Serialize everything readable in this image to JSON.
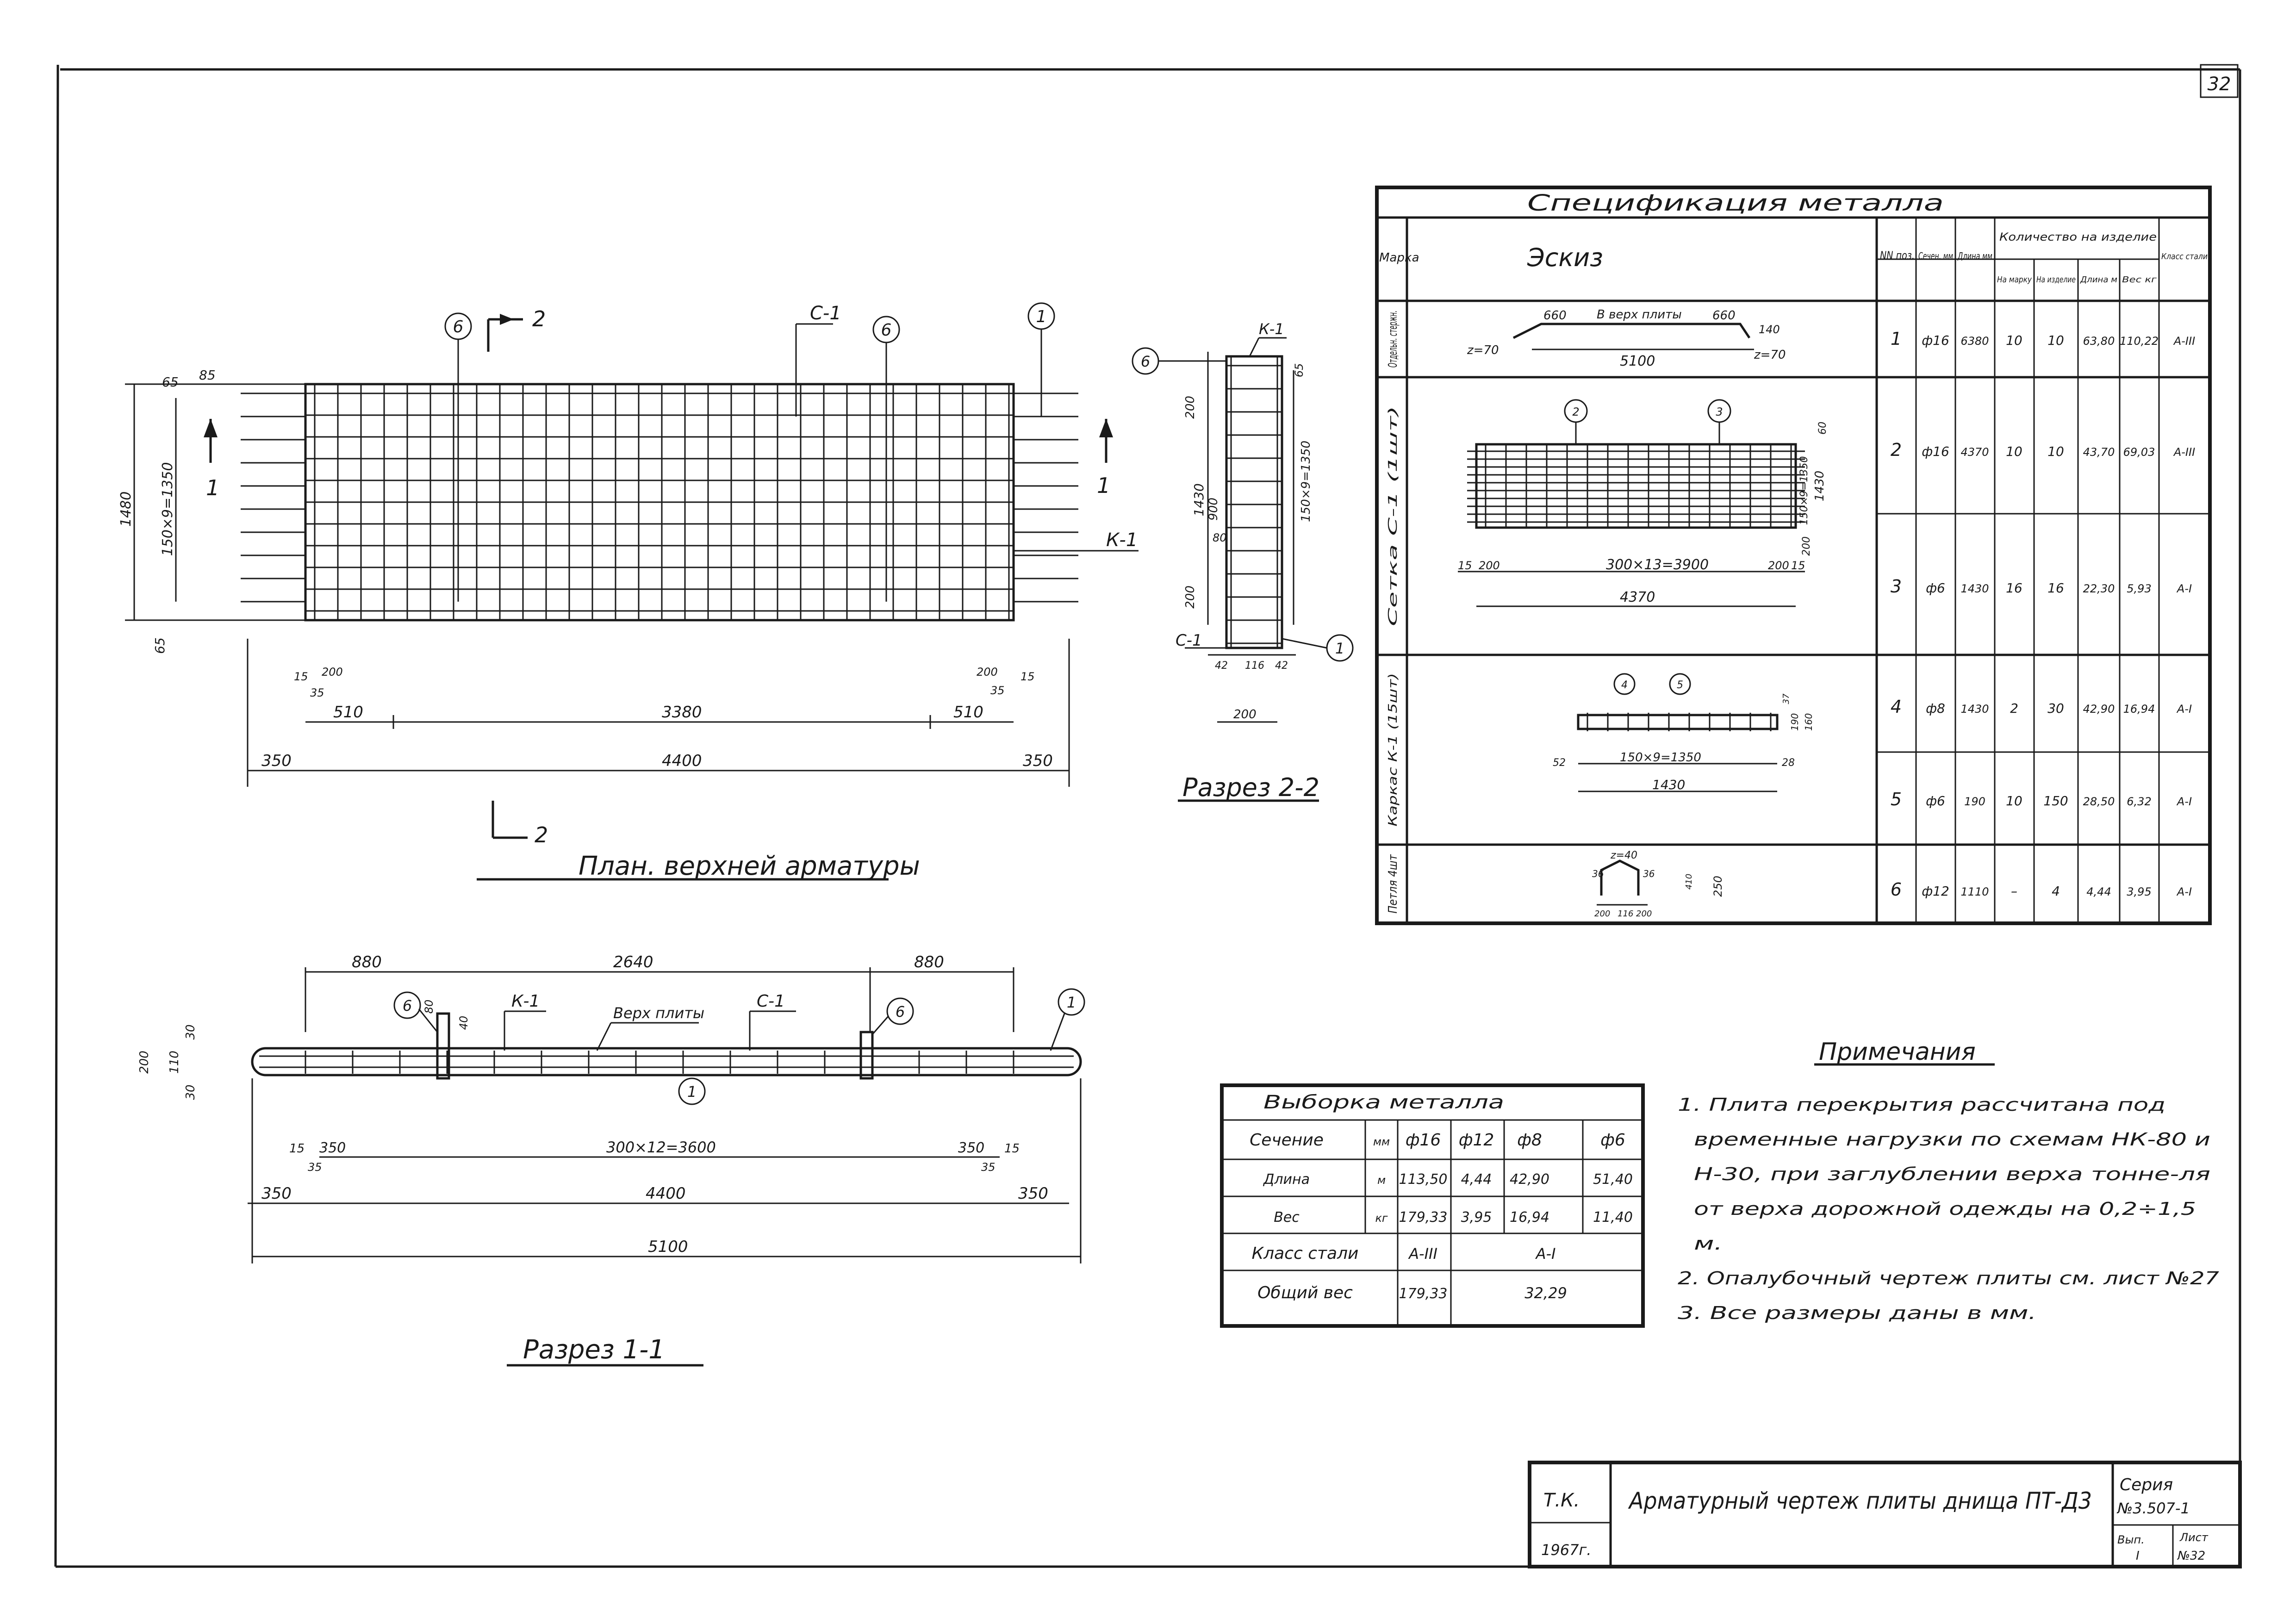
{
  "sheet_number": "32",
  "plan": {
    "title": "План. верхней арматуры",
    "labels": {
      "section_mark": "1",
      "section_mark_2": "2",
      "mesh": "С-1",
      "frame": "К-1",
      "pos6": "6",
      "pos1": "1"
    },
    "dims": {
      "top_left_65": "65",
      "top_left_85": "85",
      "height_1480": "1480",
      "height_150x9": "150×9=1350",
      "bot_65": "65",
      "d15": "15",
      "d200": "200",
      "d35": "35",
      "d510": "510",
      "d3380": "3380",
      "d510b": "510",
      "d200b": "200",
      "d35b": "35",
      "d15b": "15",
      "d350": "350",
      "d4400": "4400",
      "d350b": "350"
    }
  },
  "section22": {
    "title": "Разрез 2-2",
    "labels": {
      "k1": "К-1",
      "c1": "С-1",
      "pos6": "6",
      "pos1": "1"
    },
    "dims": {
      "d200a": "200",
      "d1430": "1430",
      "d900": "900",
      "d80": "80",
      "d200b": "200",
      "d150x9": "150×9=1350",
      "d65": "65",
      "d42a": "42",
      "d116": "116",
      "d42b": "42",
      "d200c": "200"
    }
  },
  "section11": {
    "title": "Разрез 1-1",
    "labels": {
      "k1": "К-1",
      "c1": "С-1",
      "top": "Верх плиты",
      "pos6a": "6",
      "pos6b": "6",
      "pos1a": "1",
      "pos1b": "1"
    },
    "dims": {
      "d880": "880",
      "d2640": "2640",
      "d880b": "880",
      "d30a": "30",
      "d110": "110",
      "d200": "200",
      "d30b": "30",
      "d80": "80",
      "d40": "40",
      "d15": "15",
      "d350": "350",
      "d35": "35",
      "d300x12": "300×12=3600",
      "d350b": "350",
      "d15b": "15",
      "d35b": "35",
      "d350c": "350",
      "d4400": "4400",
      "d350d": "350",
      "d5100": "5100"
    }
  },
  "spec": {
    "title": "Спецификация металла",
    "sketch_header": "Эскиз",
    "col_mark": "Марка",
    "col_pos": "NN поз.",
    "col_section": "Сечен. мм",
    "col_length": "Длина мм",
    "col_qty": "Количество на изделие",
    "col_qty_one": "На марку",
    "col_qty_all": "На изделие",
    "col_total_len": "Длина м",
    "col_weight": "Вес кг",
    "col_steel": "Класс стали",
    "groups": [
      {
        "mark": "Отдельн. стержн.",
        "rows": [
          0
        ]
      },
      {
        "mark": "Сетка С-1 (1шт)",
        "rows": [
          1,
          2
        ]
      },
      {
        "mark": "Каркас К-1 (15шт)",
        "rows": [
          3,
          4
        ]
      },
      {
        "mark": "Петля 4шт",
        "rows": [
          5
        ]
      }
    ],
    "rows": [
      {
        "pos": "1",
        "section": "ф16",
        "length": "6380",
        "qty_one": "10",
        "qty_all": "10",
        "total_len": "63,80",
        "weight": "110,22",
        "steel": "А-III"
      },
      {
        "pos": "2",
        "section": "ф16",
        "length": "4370",
        "qty_one": "10",
        "qty_all": "10",
        "total_len": "43,70",
        "weight": "69,03",
        "steel": "А-III"
      },
      {
        "pos": "3",
        "section": "ф6",
        "length": "1430",
        "qty_one": "16",
        "qty_all": "16",
        "total_len": "22,30",
        "weight": "5,93",
        "steel": "А-I"
      },
      {
        "pos": "4",
        "section": "ф8",
        "length": "1430",
        "qty_one": "2",
        "qty_all": "30",
        "total_len": "42,90",
        "weight": "16,94",
        "steel": "А-I"
      },
      {
        "pos": "5",
        "section": "ф6",
        "length": "190",
        "qty_one": "10",
        "qty_all": "150",
        "total_len": "28,50",
        "weight": "6,32",
        "steel": "А-I"
      },
      {
        "pos": "6",
        "section": "ф12",
        "length": "1110",
        "qty_one": "–",
        "qty_all": "4",
        "total_len": "4,44",
        "weight": "3,95",
        "steel": "А-I"
      }
    ],
    "sketch_texts": {
      "r1": {
        "a": "660",
        "b": "В верх плиты",
        "c": "660",
        "d": "140",
        "e": "z=70",
        "f": "5100",
        "g": "z=70"
      },
      "r2": {
        "p2": "2",
        "p3": "3",
        "d15": "15",
        "d200": "200",
        "span": "300×13=3900",
        "d200b": "200",
        "d15b": "15",
        "total": "4370",
        "h": "150×9=1350",
        "h2": "1430",
        "d60": "60",
        "d200c": "200"
      },
      "r3": {
        "p4": "4",
        "p5": "5",
        "span": "150×9=1350",
        "d52": "52",
        "d28": "28",
        "total": "1430",
        "h": "190",
        "h2": "160",
        "h3": "37"
      },
      "r4": {
        "z": "z=40",
        "d36a": "36",
        "d36b": "36",
        "d200a": "200",
        "d116": "116",
        "d200b": "200",
        "d250": "250",
        "d410": "410"
      }
    }
  },
  "notes": {
    "title": "Примечания",
    "items": [
      "1. Плита перекрытия рассчитана под временные нагрузки по схемам НК-80 и Н-30, при заглублении верха тонне-ля от верха дорожной одежды на 0,2÷1,5 м.",
      "2. Опалубочный чертеж плиты см. лист №27",
      "3. Все размеры даны в мм."
    ]
  },
  "selection": {
    "title": "Выборка металла",
    "header": [
      "Сечение",
      "мм",
      "ф16",
      "ф12",
      "ф8",
      "ф6"
    ],
    "length_row": [
      "Длина",
      "м",
      "113,50",
      "4,44",
      "42,90",
      "51,40"
    ],
    "weight_row": [
      "Вес",
      "кг",
      "179,33",
      "3,95",
      "16,94",
      "11,40"
    ],
    "class_row": [
      "Класс стали",
      "А-III",
      "А-I"
    ],
    "total_row": [
      "Общий вес",
      "179,33",
      "32,29"
    ]
  },
  "stamp": {
    "org": "Т.К.",
    "year": "1967г.",
    "title": "Арматурный чертеж плиты днища ПТ-Д3",
    "series_label": "Серия",
    "series": "№3.507-1",
    "issue_label": "Вып.",
    "issue": "I",
    "sheet_label": "Лист",
    "sheet": "№32"
  }
}
